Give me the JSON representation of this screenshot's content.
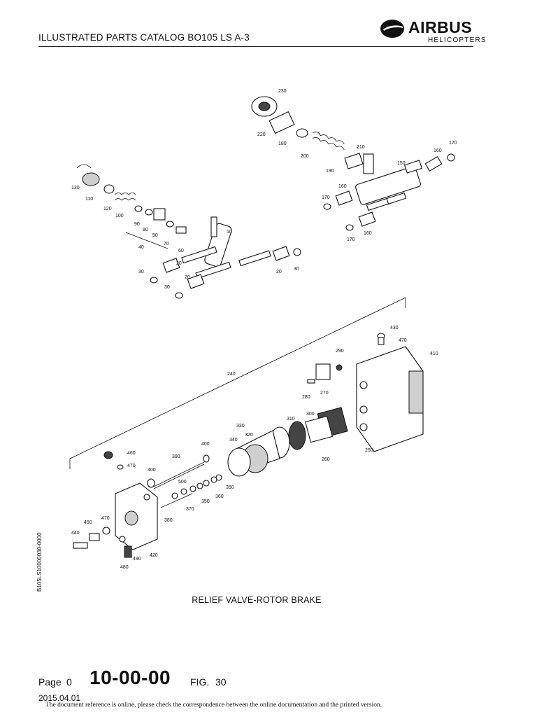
{
  "header": {
    "title": "ILLUSTRATED PARTS CATALOG BO105 LS A-3",
    "brand_name": "AIRBUS",
    "brand_sub": "HELICOPTERS"
  },
  "figure": {
    "caption": "RELIEF VALVE-ROTOR BRAKE",
    "side_code": "B105LS10000030-0000",
    "callouts_upper": [
      "230",
      "220",
      "180",
      "200",
      "190",
      "210",
      "150",
      "160",
      "170",
      "160",
      "170",
      "160",
      "170",
      "130",
      "110",
      "120",
      "100",
      "90",
      "80",
      "50",
      "70",
      "60",
      "10",
      "40",
      "20",
      "30",
      "20",
      "30",
      "20",
      "30",
      "20",
      "30"
    ],
    "callouts_lower": [
      "240",
      "430",
      "470",
      "410",
      "290",
      "280",
      "270",
      "300",
      "310",
      "330",
      "320",
      "340",
      "260",
      "250",
      "460",
      "470",
      "400",
      "390",
      "400",
      "500",
      "350",
      "360",
      "350",
      "370",
      "380",
      "470",
      "450",
      "440",
      "490",
      "420",
      "480"
    ]
  },
  "footer": {
    "page_label": "Page",
    "page_number": "0",
    "chapter": "10-00-00",
    "fig_label": "FIG.",
    "fig_number": "30",
    "date": "2015.04.01",
    "disclaimer": "The document reference is online, please check the correspondence between the online documentation and the printed version."
  }
}
